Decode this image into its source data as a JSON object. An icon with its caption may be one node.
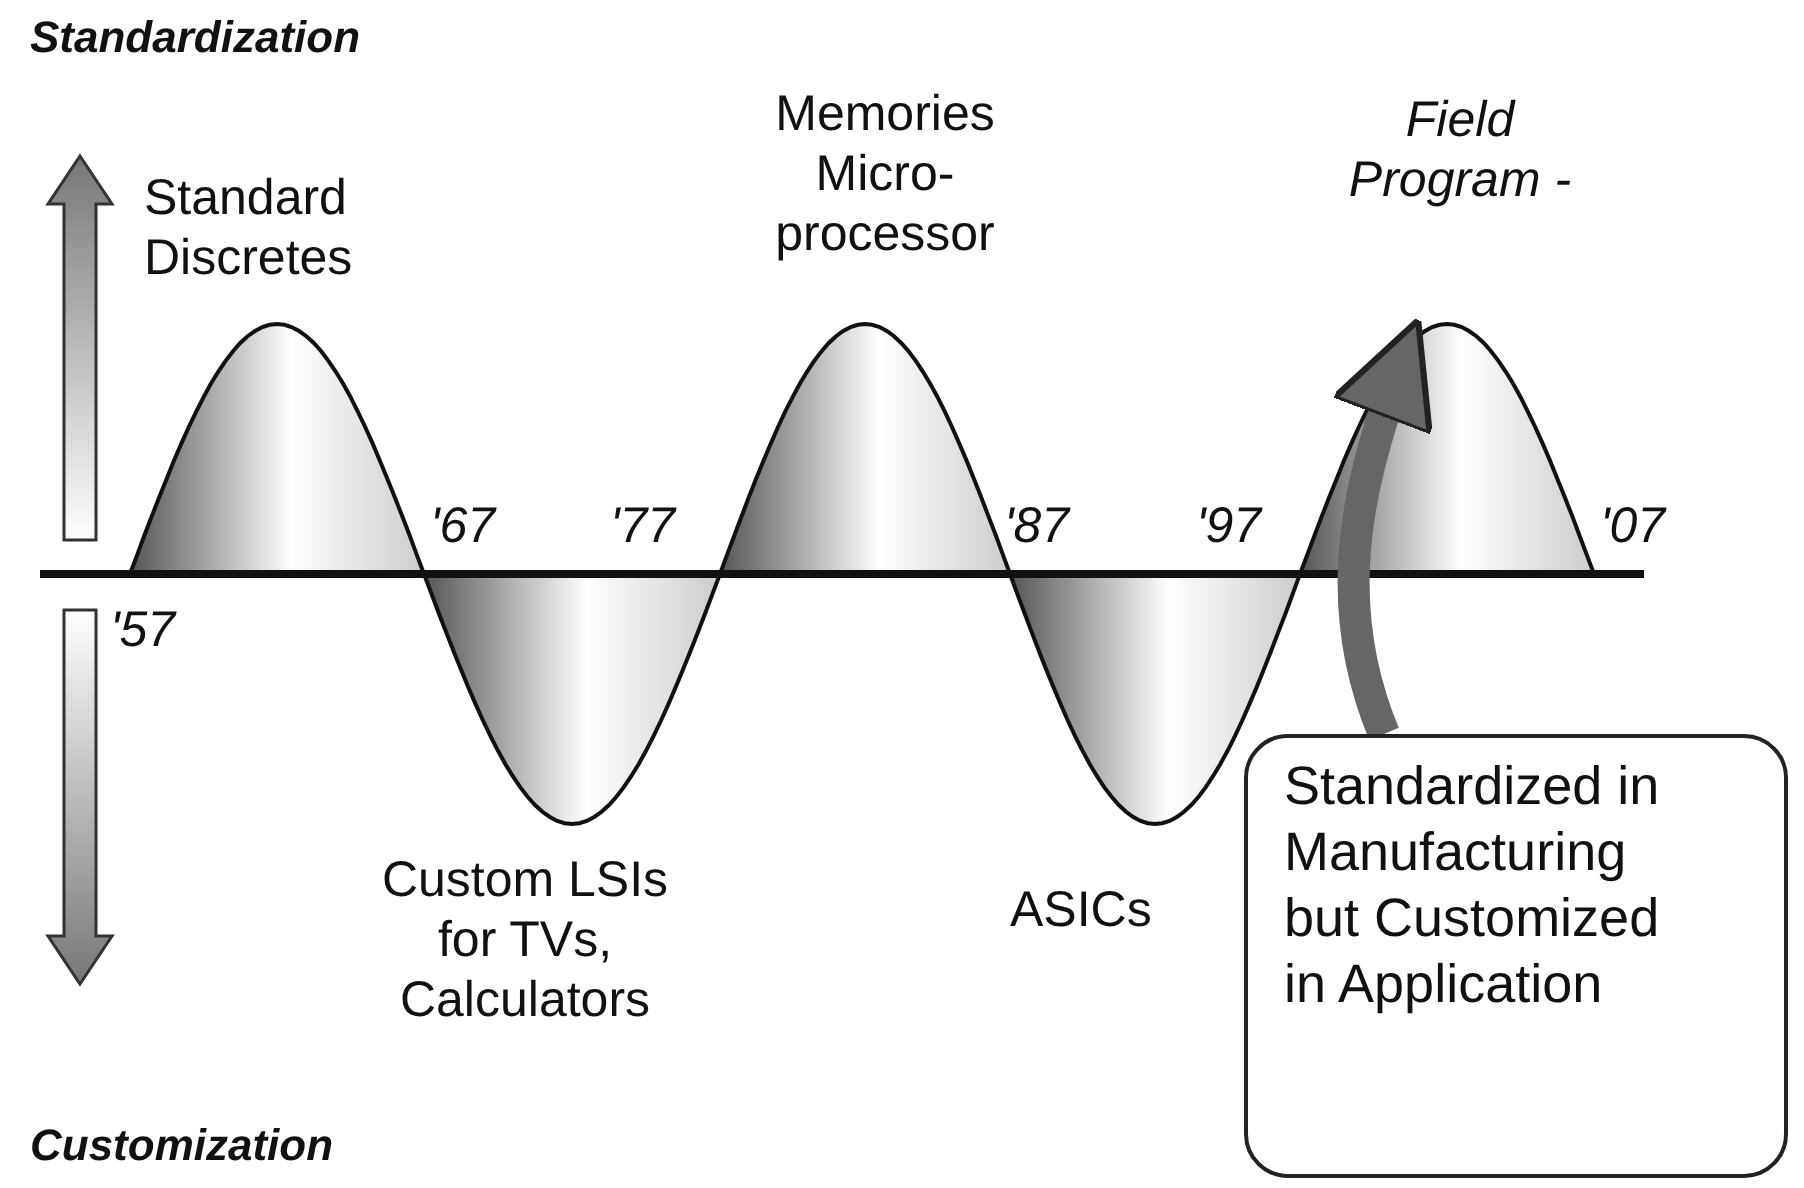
{
  "diagram": {
    "nodes": [
      {
        "text": [
          "Field Program -"
        ]
      },
      {
        "text": [
          "Standardized in Manufacturing but Customized in Application"
        ]
      }
    ],
    "edges": [
      {
        "from": 1,
        "to": 0,
        "arrow": "to"
      }
    ],
    "labels": [
      "Standardization",
      "Standard Discretes",
      "Memories Micro- processor",
      "'67",
      "'77",
      "'87",
      "'97",
      "'07",
      "'57",
      "Custom LSIs for TVs, Calculators",
      "ASICs",
      "Customization"
    ]
  }
}
